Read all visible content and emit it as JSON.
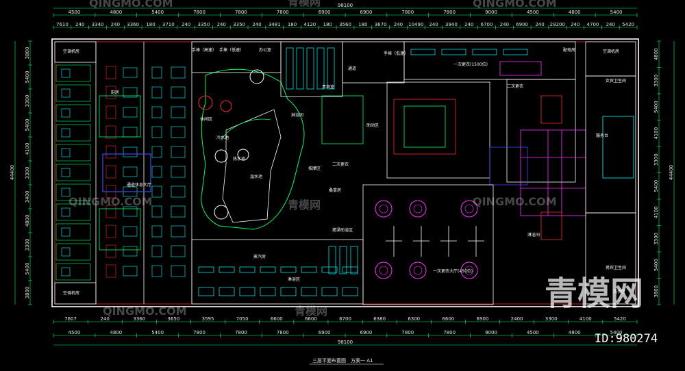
{
  "colors": {
    "background": "#000000",
    "dimension": "#00ff66",
    "wall": "#ffffff",
    "red": "#ff2a2a",
    "cyan": "#00ffff",
    "magenta": "#ff33ff",
    "yellow": "#ffff00",
    "blue": "#3a4dff",
    "green": "#00cc44"
  },
  "top_total": "98100",
  "bottom_total": "98100",
  "top_row1": [
    "4500",
    "4800",
    "5400",
    "7800",
    "7800",
    "7800",
    "6900",
    "6900",
    "7800",
    "7800",
    "9000",
    "4500",
    "4800",
    "5400"
  ],
  "top_row2": [
    "7610",
    "240",
    "3340",
    "240",
    "3360",
    "180",
    "3710",
    "240",
    "3350",
    "240",
    "3350",
    "240",
    "3481",
    "180",
    "4120",
    "180",
    "3560",
    "180",
    "3670",
    "240",
    "10490",
    "240",
    "3940",
    "240",
    "6700",
    "240",
    "6900",
    "240",
    "29200",
    "240",
    "4700",
    "240",
    "5420"
  ],
  "bottom_row1": [
    "7607",
    "240",
    "3360",
    "3650",
    "3595",
    "7050",
    "6600",
    "6600",
    "6700",
    "6380",
    "6300",
    "6600",
    "6900",
    "2400",
    "3300",
    "4100",
    "5420"
  ],
  "bottom_row2": [
    "4500",
    "4800",
    "5400",
    "7800",
    "7800",
    "7800",
    "6900",
    "6900",
    "7800",
    "7800",
    "9000",
    "4500",
    "4800",
    "5400"
  ],
  "left_dims": [
    "3800",
    "5400",
    "3300",
    "5400",
    "4100",
    "3300",
    "3400",
    "4800",
    "3300",
    "5400",
    "3800"
  ],
  "left_total": "44400",
  "right_dims": [
    "4800",
    "3300",
    "5400",
    "4100",
    "3300",
    "5400",
    "4100",
    "3300",
    "5400",
    "3800"
  ],
  "right_total": "44400",
  "rooms": {
    "ac_room_tl": "空调机房",
    "ac_room_bl": "空调机房",
    "ac_room_tr": "空调机房",
    "electric_room": "配电房",
    "corridor1": "手捧（高速）",
    "corridor2": "手捧（低速）",
    "office": "办公室",
    "vip": "贵宾室",
    "corridor3": "通道",
    "stair_hall": "手捧（低速）",
    "first_dressing": "一次更衣(1500位)",
    "second_dressing": "二次更衣",
    "rest_area": "休闲区",
    "cold_pool": "冷水池",
    "hot_pool": "热水池",
    "warm_pool": "温水池",
    "shower1": "淋浴间",
    "shower2": "淋浴区",
    "massage": "按摩区",
    "sauna": "桑拿房",
    "steam": "蒸汽房",
    "rest_hall": "通道休息大厅",
    "shoe_room": "鞋房",
    "female_rest": "女宾卫生间",
    "male_rest": "男宾卫生间",
    "wash_area": "洗手区",
    "shower_area_b": "淋浴间",
    "pos_a": "助动区",
    "pos_b": "二次更衣",
    "service": "服务台",
    "room_main": "一次更衣大厅(450位)",
    "pass1": "搓澡助浴区"
  },
  "watermarks": [
    "QINGMO.COM",
    "青模网",
    "QINGMO.COM",
    "青模网"
  ],
  "big_watermark": "青模网",
  "drawing_title": "三层平面布置图",
  "drawing_scale": "方案一 A1",
  "image_id": "ID:980274"
}
